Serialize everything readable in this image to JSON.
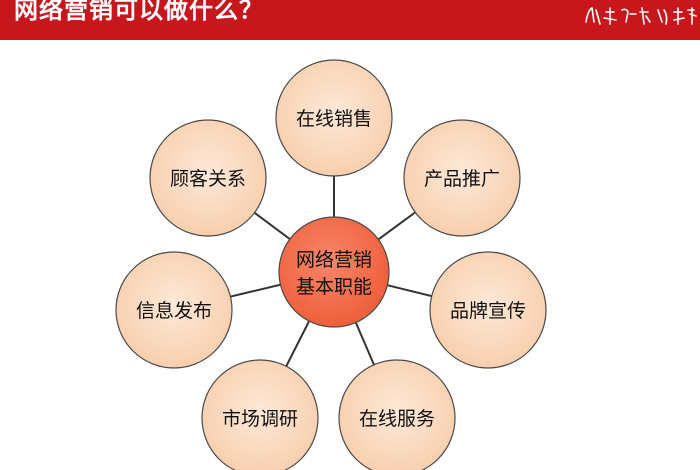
{
  "header": {
    "title": "网络营销可以做什么？",
    "bar_color": "#c8161d"
  },
  "brand": {
    "motto": "博采众长 谋引前程"
  },
  "diagram": {
    "center": {
      "line1": "网络营销",
      "line2": "基本职能",
      "color": "#f2704b"
    },
    "node_color": "#fbdcc2",
    "outer_nodes": [
      {
        "id": "online-sales",
        "label": "在线销售"
      },
      {
        "id": "product-promotion",
        "label": "产品推广"
      },
      {
        "id": "brand-promotion",
        "label": "品牌宣传"
      },
      {
        "id": "online-service",
        "label": "在线服务"
      },
      {
        "id": "market-research",
        "label": "市场调研"
      },
      {
        "id": "info-release",
        "label": "信息发布"
      },
      {
        "id": "customer-relations",
        "label": "顾客关系"
      }
    ]
  }
}
